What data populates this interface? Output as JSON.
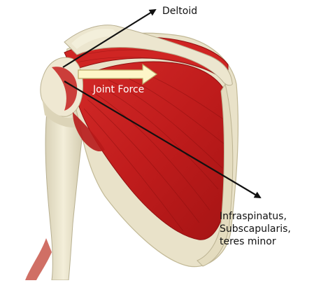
{
  "labels": {
    "deltoid": "Deltoid",
    "joint_force": "Joint Force",
    "rotator_cuff_line1": "Infraspinatus,",
    "rotator_cuff_line2": "Subscapularis,",
    "rotator_cuff_line3": "teres minor"
  },
  "colors": {
    "muscle": "#c8201f",
    "muscle_dark": "#8e0f10",
    "bone": "#ece6cf",
    "bone_shadow": "#c9c2a6",
    "force_arrow": "#fdf6c8",
    "force_arrow_outline": "#b9a968",
    "line": "#111111"
  }
}
